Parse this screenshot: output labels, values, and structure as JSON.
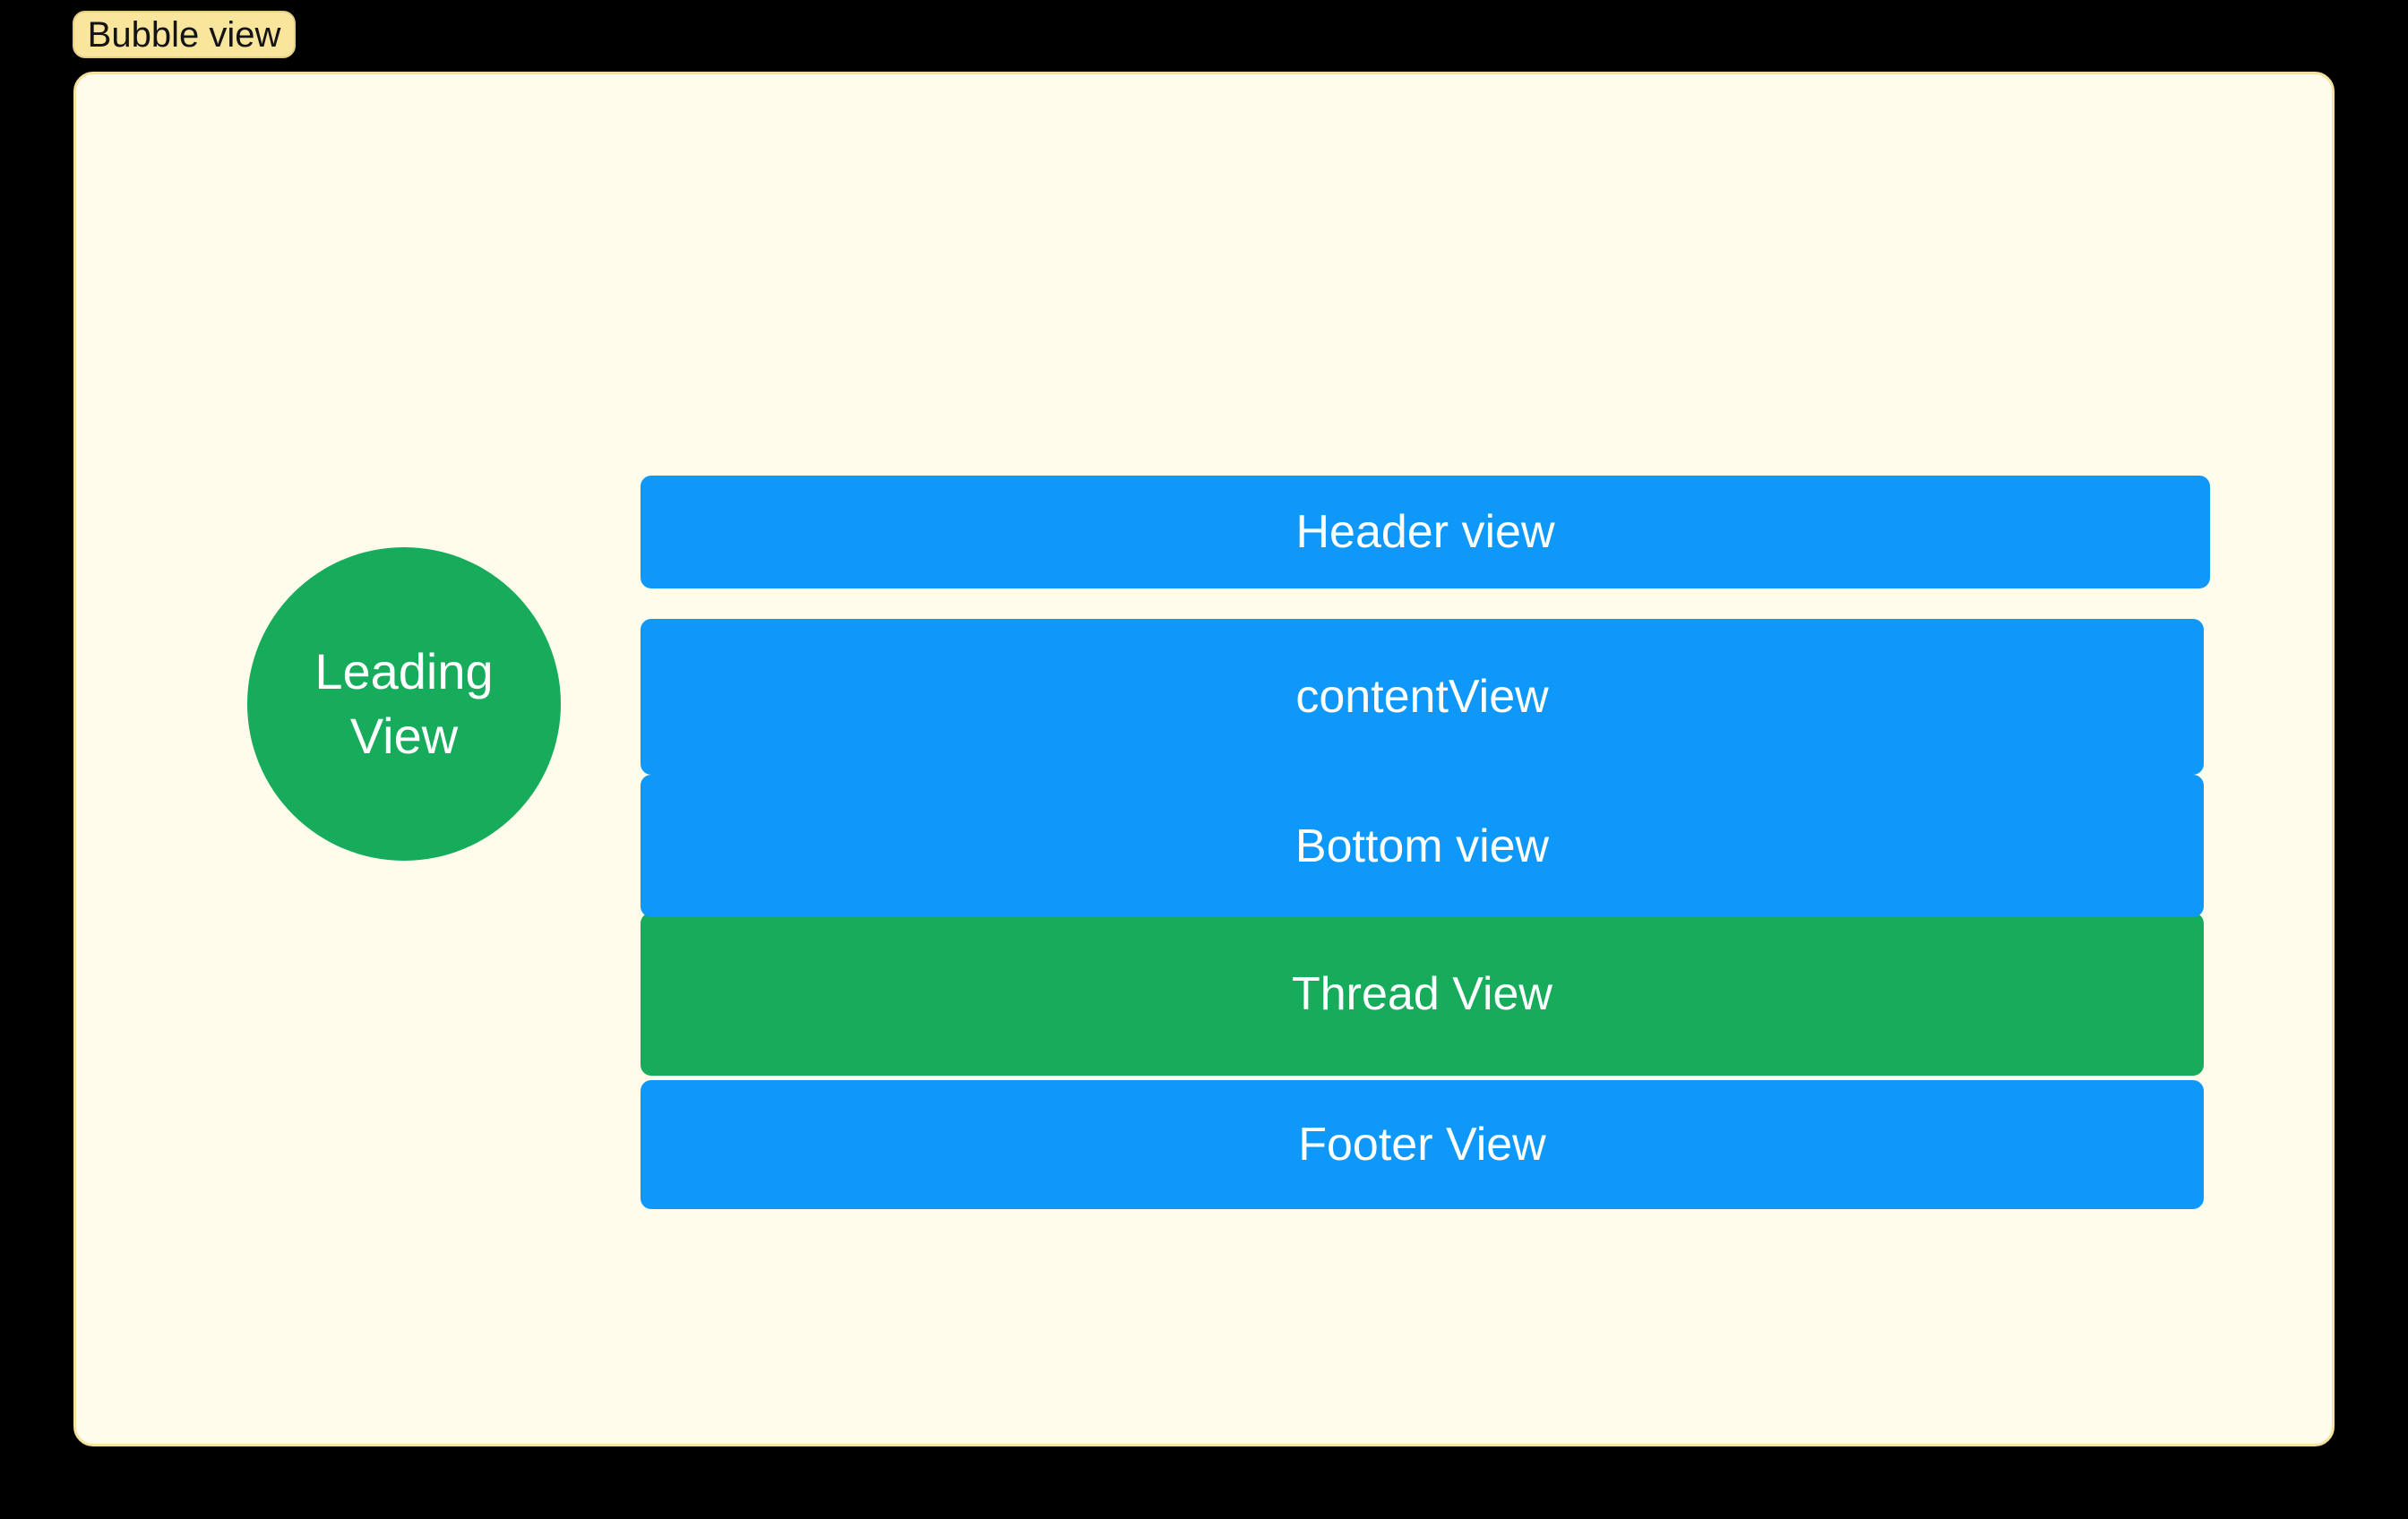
{
  "badge": {
    "label": "Bubble view"
  },
  "bubble": {
    "leading_view": {
      "line1": "Leading",
      "line2": "View"
    },
    "slots": [
      {
        "id": "header",
        "label": "Header view",
        "color": "#0E98F9"
      },
      {
        "id": "content",
        "label": "contentView",
        "color": "#0E98F9"
      },
      {
        "id": "bottom",
        "label": "Bottom view",
        "color": "#0E98F9"
      },
      {
        "id": "thread",
        "label": "Thread View",
        "color": "#17AC5B"
      },
      {
        "id": "footer",
        "label": "Footer View",
        "color": "#0E98F9"
      }
    ]
  },
  "colors": {
    "background": "#000000",
    "bubble_bg": "#FFFCEC",
    "bubble_border": "#F6E1A0",
    "badge_bg": "#FAE59C",
    "badge_border": "#E5CE88",
    "badge_text": "#141414",
    "accent_blue": "#0E98F9",
    "accent_green": "#17AC5B",
    "label_text": "#FFFFFF"
  }
}
